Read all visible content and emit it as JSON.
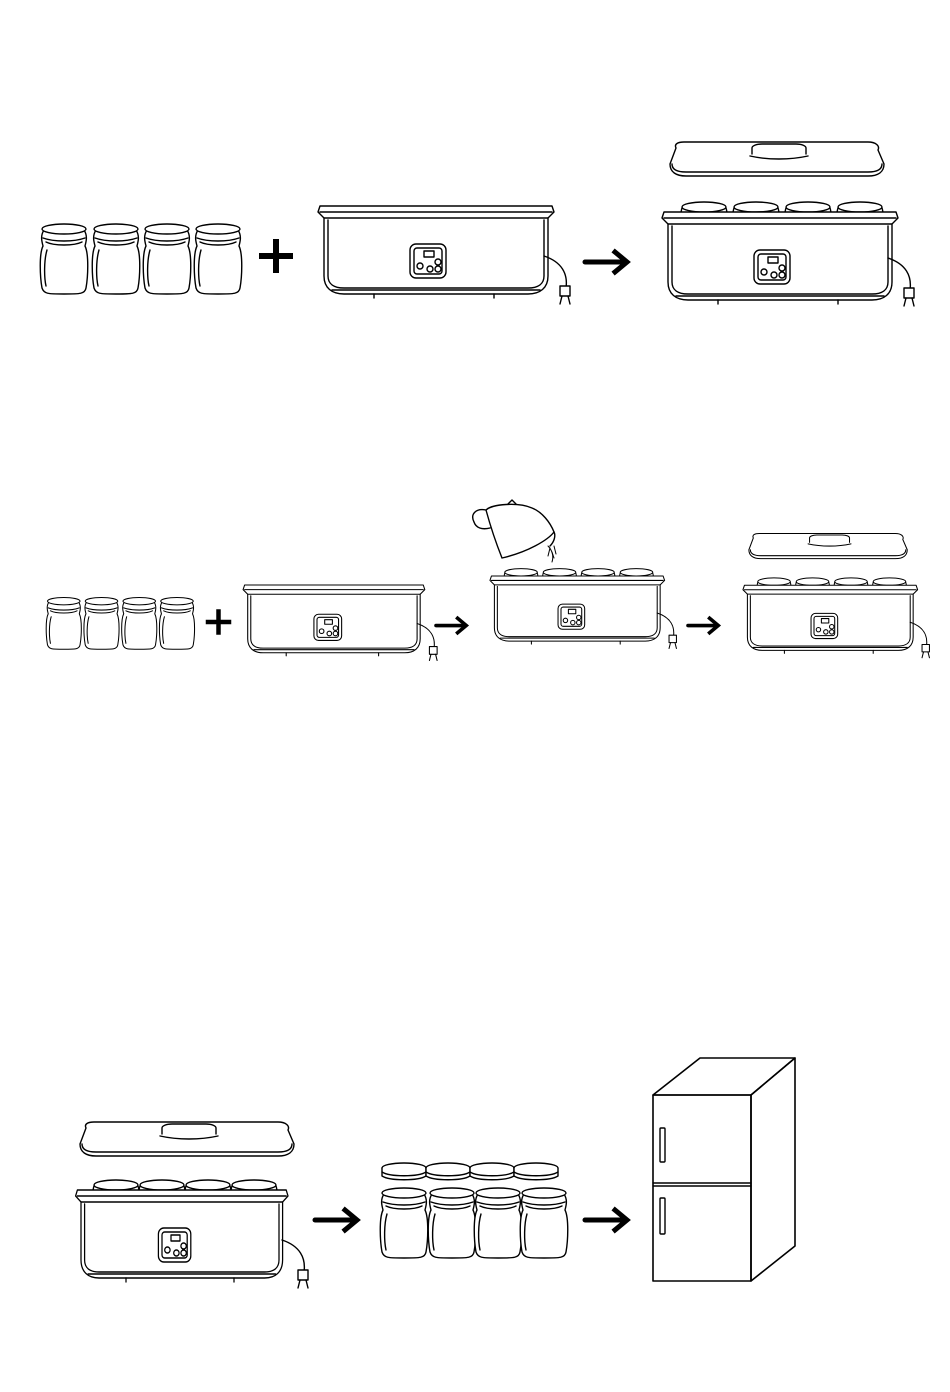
{
  "figure": {
    "steps": [
      {
        "id": "step-1",
        "items": [
          "jar-group",
          "plus",
          "maker-base",
          "arrow",
          "maker-with-jars-and-lid"
        ]
      },
      {
        "id": "step-2",
        "items": [
          "jar-group",
          "plus",
          "maker-base",
          "arrow",
          "maker-with-jars-and-pitcher",
          "arrow",
          "maker-with-jars-and-lid"
        ]
      },
      {
        "id": "step-3",
        "items": [
          "maker-with-jars-and-lid",
          "arrow",
          "lidded-jars",
          "arrow",
          "refrigerator"
        ]
      }
    ],
    "symbols": {
      "plus": "+",
      "arrow": "→"
    },
    "icons": [
      "jar-icon",
      "plus-icon",
      "yogurt-maker-icon",
      "arrow-icon",
      "lid-icon",
      "pitcher-icon",
      "power-plug-icon",
      "refrigerator-icon"
    ],
    "colors": {
      "line": "#000000",
      "background": "#ffffff"
    }
  }
}
